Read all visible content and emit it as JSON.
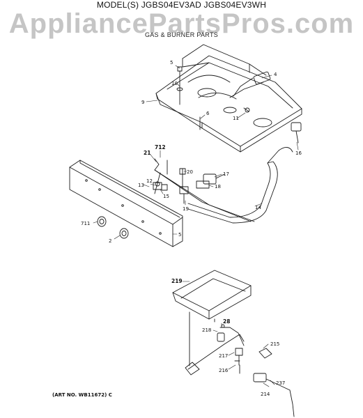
{
  "header": {
    "title": "MODEL(S) JGBS04EV3AD  JGBS04EV3WH",
    "watermark": "AppliancePartsPros.com",
    "subtitle": "GAS & BURNER PARTS"
  },
  "callouts": {
    "c5a": "5",
    "c4": "4",
    "c10": "10",
    "c9": "9",
    "c6": "6",
    "c11": "11",
    "c16": "16",
    "c712": "712",
    "c21": "21",
    "c20": "20",
    "c17": "17",
    "c12": "12",
    "c13": "13",
    "c15": "15",
    "c18": "18",
    "c19": "19",
    "c14": "14",
    "c711": "711",
    "c2": "2",
    "c5b": "5",
    "c219": "219",
    "c28": "28",
    "c218": "218",
    "c215": "215",
    "c217": "217",
    "c216": "216",
    "c237": "237",
    "c214": "214"
  },
  "footer": {
    "art_no": "(ART NO. WB11672) C"
  }
}
